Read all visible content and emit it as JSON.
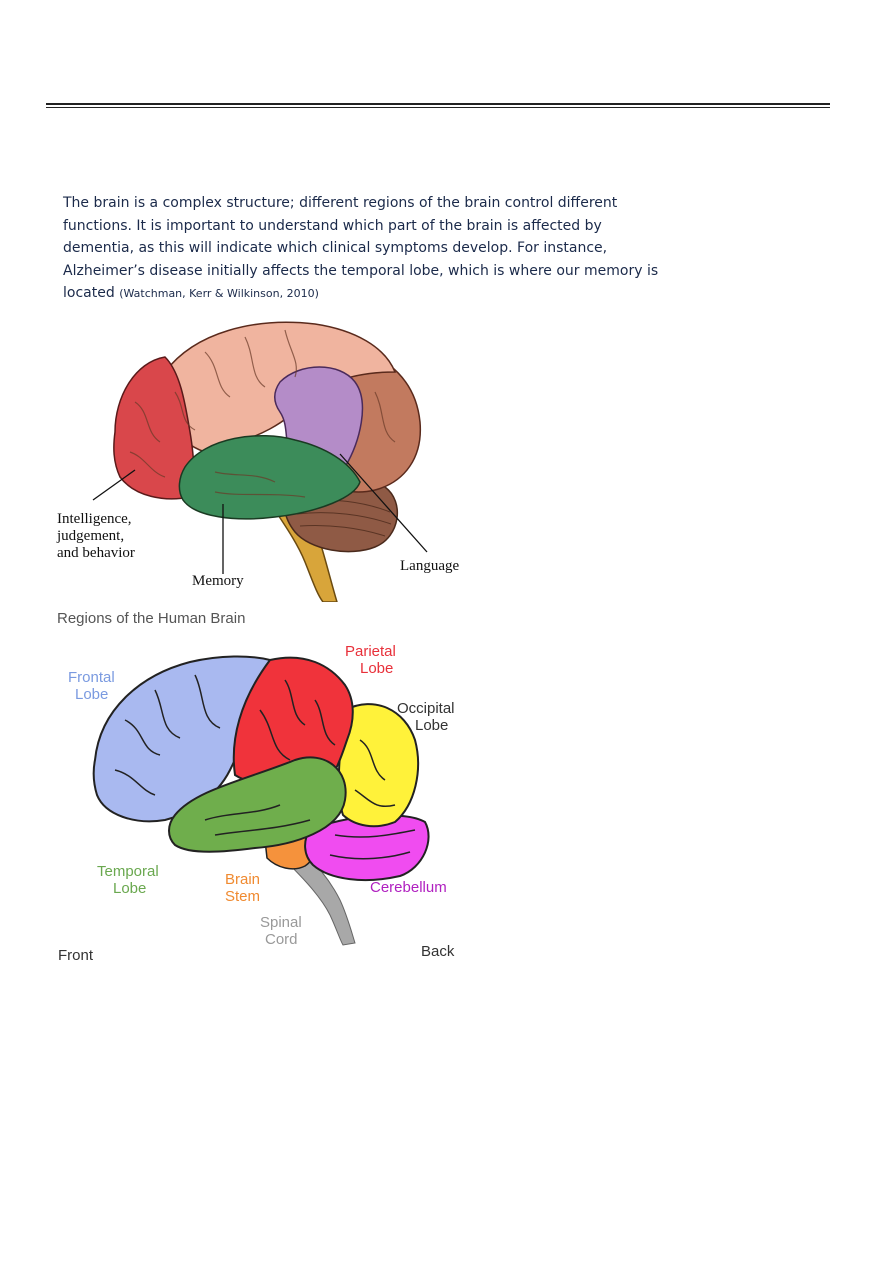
{
  "paragraph": {
    "lines": [
      "The brain is a complex structure; different regions of the brain control different",
      "functions. It is important to understand which part of the brain is affected by",
      "dementia, as this will indicate which clinical symptoms develop. For instance,",
      "Alzheimer’s disease initially affects the temporal lobe, which is where our memory is",
      "located"
    ],
    "citation": "(Watchman, Kerr & Wilkinson, 2010)"
  },
  "figure1": {
    "caption": "Regions of the Human Brain",
    "labels": {
      "intelligence_1": "Intelligence,",
      "intelligence_2": "judgement,",
      "intelligence_3": "and behavior",
      "memory": "Memory",
      "language": "Language"
    },
    "colors": {
      "frontal_red": "#d9474b",
      "parietal_peach": "#f0b49f",
      "language_purple": "#b48cc8",
      "temporal_green": "#3c8c5a",
      "occipital_brown": "#c27a5f",
      "cerebellum_brown": "#8f5a45",
      "stem_yellow": "#d8a53a"
    }
  },
  "figure2": {
    "labels": {
      "frontal_1": "Frontal",
      "frontal_2": "Lobe",
      "parietal_1": "Parietal",
      "parietal_2": "Lobe",
      "occipital_1": "Occipital",
      "occipital_2": "Lobe",
      "temporal_1": "Temporal",
      "temporal_2": "Lobe",
      "stem_1": "Brain",
      "stem_2": "Stem",
      "spinal_1": "Spinal",
      "spinal_2": "Cord",
      "cerebellum": "Cerebellum",
      "front": "Front",
      "back": "Back"
    },
    "colors": {
      "frontal_blue": "#a9b9f0",
      "parietal_red": "#f0333b",
      "occipital_yellow": "#fff23a",
      "temporal_green": "#6fae4c",
      "cerebellum_magenta": "#f04cf0",
      "stem_orange": "#f5923c",
      "spinal_gray": "#a8a8a8"
    }
  }
}
